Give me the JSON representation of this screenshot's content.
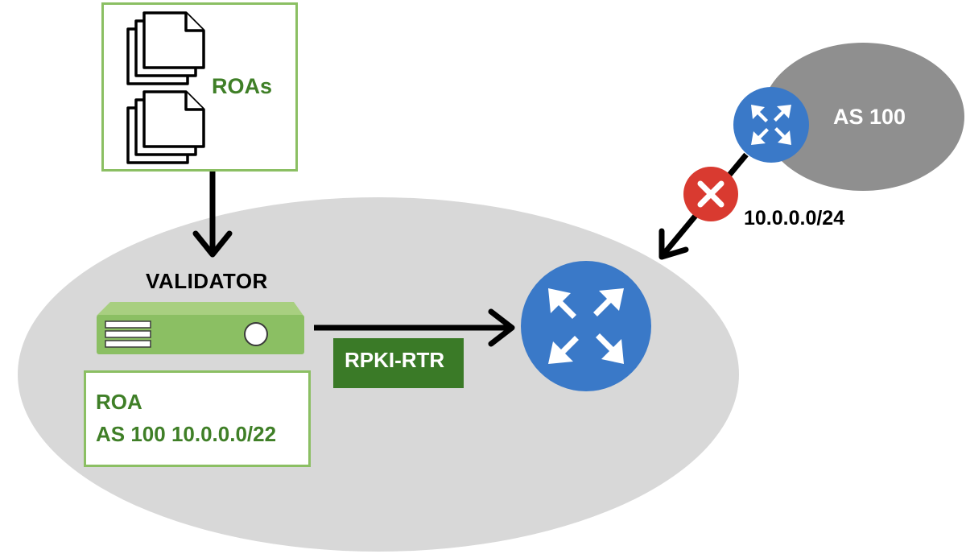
{
  "roas": {
    "label": "ROAs"
  },
  "validator": {
    "label": "VALIDATOR"
  },
  "roa": {
    "title": "ROA",
    "entry": "AS 100 10.0.0.0/22"
  },
  "protocol": {
    "label": "RPKI-RTR"
  },
  "remote_as": {
    "label": "AS 100",
    "announced_prefix": "10.0.0.0/24"
  },
  "icons": [
    "documents-icon",
    "server-icon",
    "router-icon",
    "reject-icon"
  ],
  "colors": {
    "local_as_cloud": "#d8d8d8",
    "remote_as_cloud": "#8f8f8f",
    "accent_green": "#3f7f27",
    "light_green": "#8bbf63",
    "router_blue": "#3a79c8",
    "reject_red": "#d93a30"
  }
}
